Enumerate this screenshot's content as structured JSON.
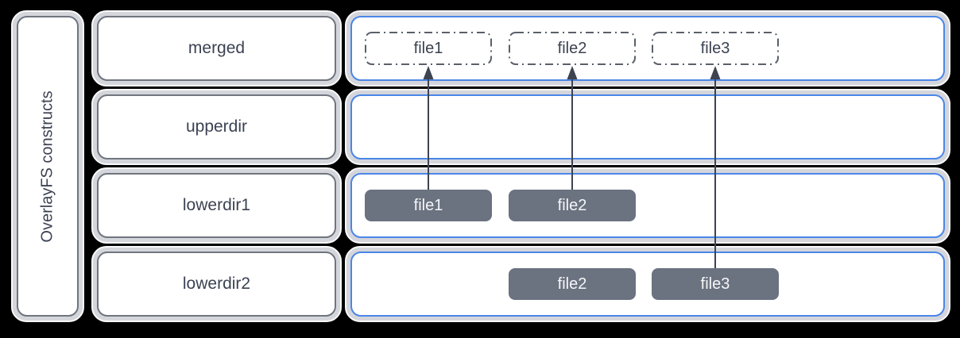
{
  "diagram": {
    "side_label": "OverlayFS constructs",
    "rows": [
      {
        "label": "merged",
        "files": [
          {
            "name": "file1",
            "style": "dashed"
          },
          {
            "name": "file2",
            "style": "dashed"
          },
          {
            "name": "file3",
            "style": "dashed"
          }
        ]
      },
      {
        "label": "upperdir",
        "files": []
      },
      {
        "label": "lowerdir1",
        "files": [
          {
            "name": "file1",
            "style": "solid"
          },
          {
            "name": "file2",
            "style": "solid"
          }
        ]
      },
      {
        "label": "lowerdir2",
        "files": [
          {
            "name": "file2",
            "style": "solid"
          },
          {
            "name": "file3",
            "style": "solid"
          }
        ]
      }
    ],
    "arrows": [
      {
        "from": "lowerdir1 file1",
        "to": "merged file1"
      },
      {
        "from": "lowerdir1 file2",
        "to": "merged file2"
      },
      {
        "from": "lowerdir2 file3",
        "to": "merged file3"
      }
    ],
    "colors": {
      "background": "#000000",
      "container_fill": "#d4d6dc",
      "container_outline": "#fafafb",
      "label_border": "#70757e",
      "content_border": "#4a86e8",
      "file_solid_fill": "#6b7280",
      "file_solid_text": "#f5f6f7",
      "dashed_border": "#5a6069",
      "text": "#3b4252",
      "arrow": "#3d4350"
    }
  }
}
